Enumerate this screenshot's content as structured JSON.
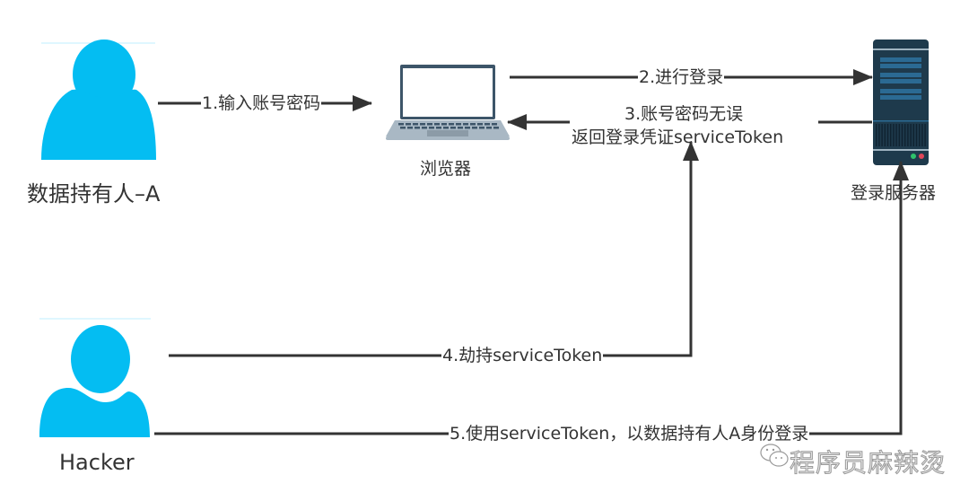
{
  "colors": {
    "person": "#04bdf2",
    "line": "#333333",
    "server_body": "#1e3a4c",
    "server_panel": "#2b6a93",
    "laptop_frame": "#3d5569",
    "laptop_base": "#a9b8c4",
    "led_green": "#2ec26b",
    "led_red": "#e0475a",
    "watermark": "#9a9a9a"
  },
  "nodes": {
    "user_a": {
      "label": "数据持有人–A",
      "icon": "person-icon"
    },
    "browser": {
      "label": "浏览器",
      "icon": "laptop-icon"
    },
    "server": {
      "label": "登录服务器",
      "icon": "server-icon"
    },
    "hacker": {
      "label": "Hacker",
      "icon": "person-icon"
    }
  },
  "edges": [
    {
      "id": "step1",
      "from": "user_a",
      "to": "browser",
      "label": "1.输入账号密码"
    },
    {
      "id": "step2",
      "from": "browser",
      "to": "server",
      "label": "2.进行登录"
    },
    {
      "id": "step3",
      "from": "server",
      "to": "browser",
      "label_line1": "3.账号密码无误",
      "label_line2": "返回登录凭证serviceToken"
    },
    {
      "id": "step4",
      "from": "hacker",
      "to": "browser",
      "label": "4.劫持serviceToken"
    },
    {
      "id": "step5",
      "from": "hacker",
      "to": "server",
      "label": "5.使用serviceToken，以数据持有人A身份登录"
    }
  ],
  "watermark": {
    "text": "程序员麻辣烫",
    "icon": "wechat-icon"
  }
}
